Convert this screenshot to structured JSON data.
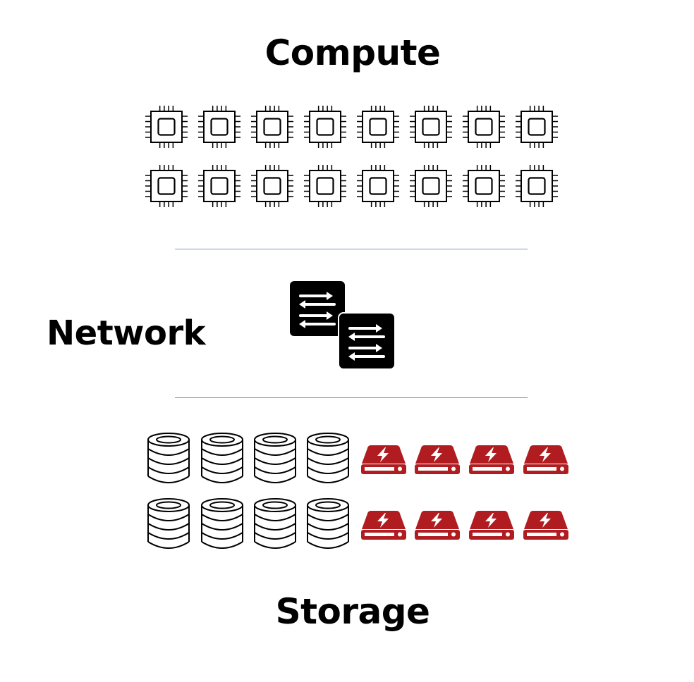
{
  "sections": {
    "compute": {
      "label": "Compute",
      "icon": "cpu-chip-icon",
      "rows": 2,
      "per_row": 8
    },
    "network": {
      "label": "Network",
      "icon": "network-switch-icon",
      "count": 2
    },
    "storage": {
      "label": "Storage",
      "disk_icon": "database-disk-icon",
      "ssd_icon": "flash-drive-icon",
      "rows": 2,
      "disks_per_row": 4,
      "flash_per_row": 4
    }
  },
  "colors": {
    "text": "#000000",
    "divider": "#7f99b3",
    "flash_drive": "#b01c20",
    "switch": "#000000"
  }
}
